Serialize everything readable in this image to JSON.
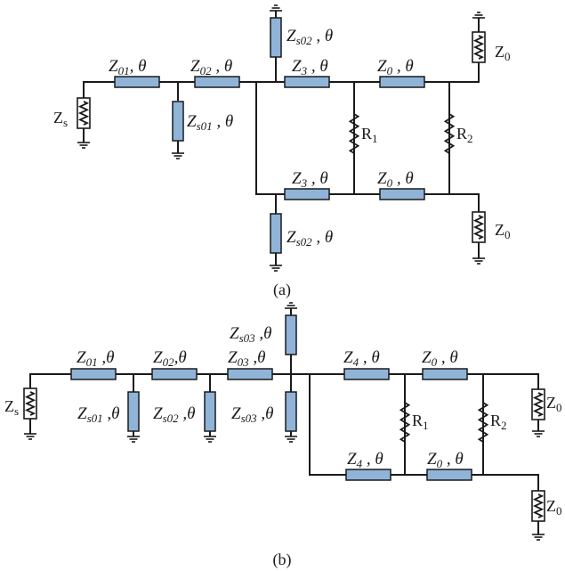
{
  "captions": {
    "a": "(a)",
    "b": "(b)"
  },
  "labels": {
    "theta": "θ",
    "zs": {
      "main": "Z",
      "sub": "s"
    },
    "z0_port": {
      "main": "Z",
      "sub": "0"
    },
    "z01": {
      "main": "Z",
      "sub": "01"
    },
    "z02": {
      "main": "Z",
      "sub": "02"
    },
    "z03": {
      "main": "Z",
      "sub": "03"
    },
    "z3": {
      "main": "Z",
      "sub": "3"
    },
    "z4": {
      "main": "Z",
      "sub": "4"
    },
    "z0": {
      "main": "Z",
      "sub": "0"
    },
    "zs01": {
      "main": "Z",
      "sub": "s01"
    },
    "zs02": {
      "main": "Z",
      "sub": "s02"
    },
    "zs03": {
      "main": "Z",
      "sub": "s03"
    },
    "r1": {
      "main": "R",
      "sub": "1"
    },
    "r2": {
      "main": "R",
      "sub": "2"
    }
  }
}
